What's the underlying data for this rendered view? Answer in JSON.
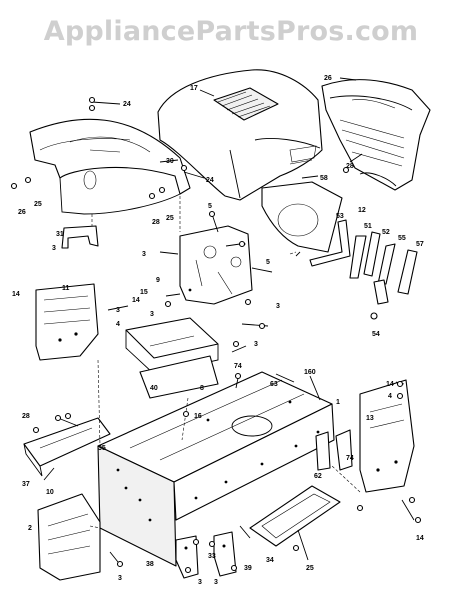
{
  "watermark": "AppliancePartsPros.com",
  "callouts": [
    {
      "id": "c24a",
      "text": "24"
    },
    {
      "id": "c30",
      "text": "30"
    },
    {
      "id": "c17",
      "text": "17"
    },
    {
      "id": "c26",
      "text": "26"
    },
    {
      "id": "c28",
      "text": "28"
    },
    {
      "id": "c24b",
      "text": "24"
    },
    {
      "id": "c25a",
      "text": "25"
    },
    {
      "id": "c26b",
      "text": "26"
    },
    {
      "id": "c28b",
      "text": "28"
    },
    {
      "id": "c25b",
      "text": "25"
    },
    {
      "id": "c58",
      "text": "58"
    },
    {
      "id": "c12",
      "text": "12"
    },
    {
      "id": "c31",
      "text": "31"
    },
    {
      "id": "c3a",
      "text": "3"
    },
    {
      "id": "c5a",
      "text": "5"
    },
    {
      "id": "c3b",
      "text": "3"
    },
    {
      "id": "c53",
      "text": "53"
    },
    {
      "id": "c51",
      "text": "51"
    },
    {
      "id": "c52",
      "text": "52"
    },
    {
      "id": "c55",
      "text": "55"
    },
    {
      "id": "c57",
      "text": "57"
    },
    {
      "id": "c9",
      "text": "9"
    },
    {
      "id": "c5b",
      "text": "5"
    },
    {
      "id": "c11",
      "text": "11"
    },
    {
      "id": "c14a",
      "text": "14"
    },
    {
      "id": "c14b",
      "text": "14"
    },
    {
      "id": "c15",
      "text": "15"
    },
    {
      "id": "c3c",
      "text": "3"
    },
    {
      "id": "c4a",
      "text": "4"
    },
    {
      "id": "c3d",
      "text": "3"
    },
    {
      "id": "c54",
      "text": "54"
    },
    {
      "id": "c3e",
      "text": "3"
    },
    {
      "id": "c3f",
      "text": "3"
    },
    {
      "id": "c40",
      "text": "40"
    },
    {
      "id": "c8",
      "text": "8"
    },
    {
      "id": "c74a",
      "text": "74"
    },
    {
      "id": "c160",
      "text": "160"
    },
    {
      "id": "c63",
      "text": "63"
    },
    {
      "id": "c14c",
      "text": "14"
    },
    {
      "id": "c4b",
      "text": "4"
    },
    {
      "id": "c16",
      "text": "16"
    },
    {
      "id": "c1",
      "text": "1"
    },
    {
      "id": "c13",
      "text": "13"
    },
    {
      "id": "c28c",
      "text": "28"
    },
    {
      "id": "c35",
      "text": "35"
    },
    {
      "id": "c37",
      "text": "37"
    },
    {
      "id": "c10",
      "text": "10"
    },
    {
      "id": "c62",
      "text": "62"
    },
    {
      "id": "c74b",
      "text": "74"
    },
    {
      "id": "c2",
      "text": "2"
    },
    {
      "id": "c14d",
      "text": "14"
    },
    {
      "id": "c33",
      "text": "33"
    },
    {
      "id": "c34",
      "text": "34"
    },
    {
      "id": "c25c",
      "text": "25"
    },
    {
      "id": "c38",
      "text": "38"
    },
    {
      "id": "c3g",
      "text": "3"
    },
    {
      "id": "c3h",
      "text": "3"
    },
    {
      "id": "c39",
      "text": "39"
    },
    {
      "id": "c3i",
      "text": "3"
    }
  ]
}
